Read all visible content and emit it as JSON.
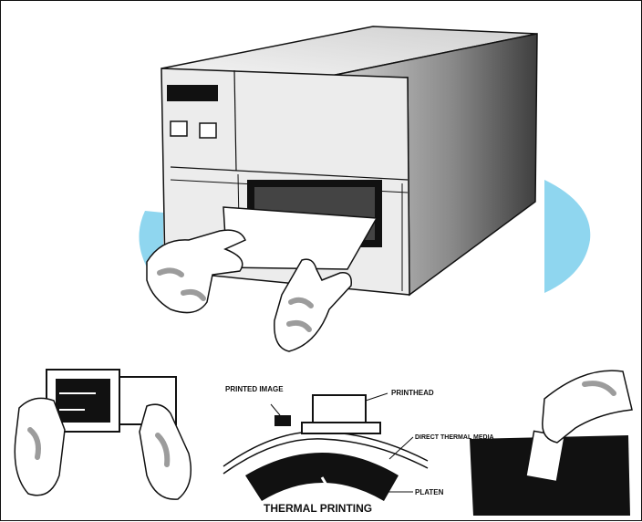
{
  "labels": {
    "printhead": "PRINTHEAD",
    "printed_image": "PRINTED IMAGE",
    "direct_thermal_media": "DIRECT THERMAL MEDIA",
    "platen": "PLATEN",
    "thermal_printing": "THERMAL PRINTING"
  },
  "colors": {
    "accent": "#8fd6ef",
    "outline": "#111111",
    "shade": "#9c9c9c",
    "printer_body": "#ececec"
  },
  "icons": [
    "printer",
    "hand",
    "printhead",
    "platen-roller",
    "media-strip",
    "label-card",
    "bin"
  ]
}
